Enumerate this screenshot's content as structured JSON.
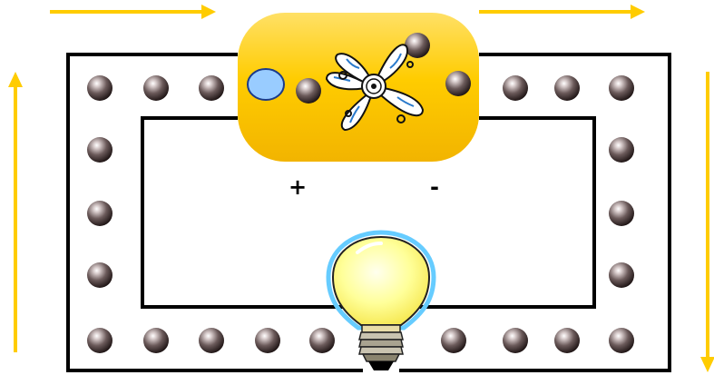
{
  "diagram": {
    "battery": {
      "positive_label": "+",
      "negative_label": "-",
      "body_color": "#ffcc00",
      "terminal_color": "#99ccff",
      "icon": "fan-propeller-icon"
    },
    "bulb": {
      "icon": "light-bulb-icon",
      "glass_color": "#ffff99",
      "glow_color": "#66ccff"
    },
    "particles": {
      "icon": "electron-ball-icon",
      "color": "#6b5a5a"
    },
    "wire": {
      "color": "#000000"
    },
    "current_arrows": {
      "color": "#ffcc00",
      "directions": [
        "right",
        "right",
        "up",
        "down"
      ]
    }
  }
}
